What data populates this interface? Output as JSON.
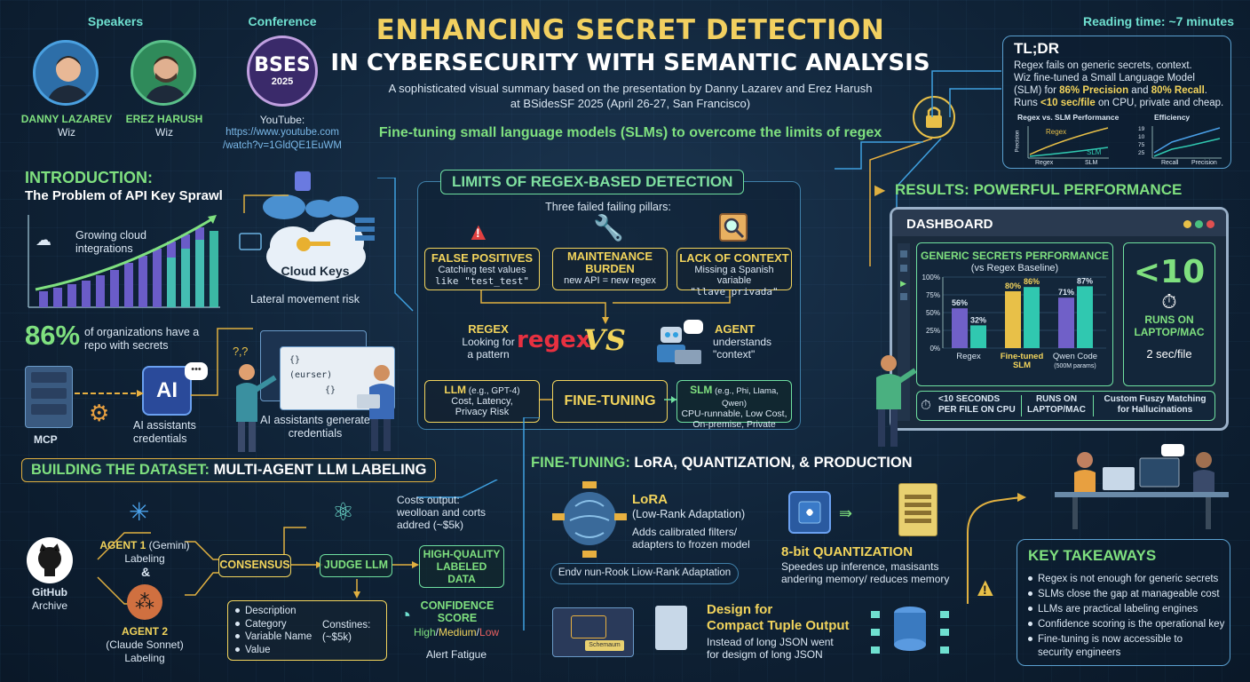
{
  "header": {
    "speakers_label": "Speakers",
    "conference_label": "Conference",
    "reading_time": "Reading time: ~7 minutes",
    "title_line1": "ENHANCING SECRET DETECTION",
    "title_line2": "IN CYBERSECURITY WITH SEMANTIC ANALYSIS",
    "subtitle_line1": "A sophisticated visual summary based on the presentation by Danny Lazarev and Erez Harush",
    "subtitle_line2": "at BSidesSF 2025 (April 26-27, San Francisco)",
    "tagline": "Fine-tuning small language models (SLMs) to overcome the limits of regex"
  },
  "speakers": [
    {
      "name": "DANNY LAZAREV",
      "org": "Wiz"
    },
    {
      "name": "EREZ HARUSH",
      "org": "Wiz"
    }
  ],
  "conference": {
    "logo_text": "BSES",
    "logo_year": "2025",
    "youtube_label": "YouTube:",
    "youtube_url_1": "https://www.youtube.com",
    "youtube_url_2": "/watch?v=1GldQE1EuWM"
  },
  "tldr": {
    "title": "TL;DR",
    "line1": "Regex fails on generic secrets, context.",
    "line2": "Wiz fine-tuned a Small Language Model",
    "line3a": "(SLM) for ",
    "line3b": "86% Precision",
    "line3c": " and ",
    "line3d": "80% Recall",
    "line3e": ".",
    "line4a": "Runs ",
    "line4b": "<10 sec/file",
    "line4c": " on CPU, private and cheap.",
    "chart1_title": "Regex vs. SLM Performance",
    "chart1_a": "Regex",
    "chart1_b": "SLM",
    "chart1_yl": "Precision",
    "chart1_xl1": "Regex",
    "chart1_xl2": "SLM",
    "chart2_title": "Efficiency",
    "chart2_ticks": [
      "19",
      "10",
      "75",
      "25"
    ],
    "chart2_xl1": "Recall",
    "chart2_xl2": "Precision"
  },
  "intro": {
    "title": "INTRODUCTION:",
    "subtitle": "The Problem of API Key Sprawl",
    "growing": "Growing cloud integrations",
    "stat_value": "86%",
    "stat_text": "of organizations have a repo with secrets",
    "cloud_keys": "Cloud Keys",
    "lateral": "Lateral movement risk",
    "mcp": "MCP",
    "ai_label": "AI",
    "ai_creds": "AI assistants credentials",
    "ai_generate": "AI assistants generate credentials",
    "code_l1": "{}",
    "code_l2": "(eurser)",
    "code_l3": "{}"
  },
  "limits": {
    "title": "LIMITS OF REGEX-BASED DETECTION",
    "pillars_intro": "Three failed failing pillars:",
    "pillar1_title": "FALSE POSITIVES",
    "pillar1_text1": "Catching test values",
    "pillar1_text2": "like \"test_test\"",
    "pillar2_title1": "MAINTENANCE",
    "pillar2_title2": "BURDEN",
    "pillar2_text": "new API = new regex",
    "pillar3_title": "LACK OF CONTEXT",
    "pillar3_text1": "Missing a Spanish variable",
    "pillar3_text2": "\"llave_privada\"",
    "regex_title": "REGEX",
    "regex_text1": "Looking for",
    "regex_text2": "a pattern",
    "regex_word": "regex",
    "vs": "VS",
    "agent_title": "AGENT",
    "agent_text1": "understands",
    "agent_text2": "\"context\"",
    "llm_title": "LLM",
    "llm_eg": " (e.g., GPT-4)",
    "llm_text1": "Cost, Latency,",
    "llm_text2": "Privacy Risk",
    "finetuning": "FINE-TUNING",
    "slm_title": "SLM",
    "slm_eg": " (e.g., Phi, Llama, Qwen)",
    "slm_text1": "CPU-runnable, Low Cost,",
    "slm_text2": "On-premise, Private"
  },
  "results": {
    "title": "RESULTS: POWERFUL PERFORMANCE",
    "dashboard": "DASHBOARD",
    "chart_title": "GENERIC SECRETS PERFORMANCE",
    "chart_sub": "(vs Regex Baseline)",
    "big_value": "<10",
    "runs_on_1": "RUNS ON",
    "runs_on_2": "LAPTOP/MAC",
    "per_file": "2 sec/file",
    "footer1_1": "<10 SECONDS",
    "footer1_2": "PER FILE ON CPU",
    "footer2_1": "RUNS ON",
    "footer2_2": "LAPTOP/MAC",
    "footer3_1": "Custom Fuszy Matching",
    "footer3_2": "for Hallucinations"
  },
  "chart_data": {
    "type": "bar",
    "title": "GENERIC SECRETS PERFORMANCE",
    "subtitle": "(vs Regex Baseline)",
    "categories": [
      "Regex",
      "Fine-tuned SLM",
      "Qwen Code (500M params)"
    ],
    "ytick_labels": [
      "100%",
      "75%",
      "50%",
      "25%",
      "0%"
    ],
    "ylim": [
      0,
      100
    ],
    "series": [
      {
        "values": [
          56,
          80,
          71
        ],
        "labels": [
          "56%",
          "80%",
          "71%"
        ]
      },
      {
        "values": [
          32,
          86,
          87
        ],
        "labels": [
          "32%",
          "86%",
          "87%"
        ]
      }
    ],
    "colors": [
      "#7060c8",
      "#30c8b0"
    ],
    "highlight_color": "#e8c048"
  },
  "dataset": {
    "title1": "BUILDING THE DATASET: ",
    "title2": "MULTI-AGENT LLM LABELING",
    "github1": "GitHub",
    "github2": "Archive",
    "agent1_a": "AGENT 1",
    "agent1_b": " (Gemini)",
    "agent1_c": "Labeling",
    "amp": "&",
    "agent2_a": "AGENT 2",
    "agent2_b": "(Claude Sonnet)",
    "agent2_c": "Labeling",
    "consensus": "CONSENSUS",
    "judge": "JUDGE LLM",
    "hq1": "HIGH-QUALITY",
    "hq2": "LABELED",
    "hq3": "DATA",
    "costs1": "Costs output:",
    "costs2": "weolloan and corts",
    "costs3": "addred (~$5k)",
    "fields": [
      "Description",
      "Category",
      "Variable Name",
      "Value"
    ],
    "constines1": "Constines:",
    "constines2": "(~$5k)",
    "conf1": "CONFIDENCE",
    "conf2": "SCORE",
    "conf_high": "High",
    "conf_med": "Medium",
    "conf_low": "Low",
    "slash": "/",
    "alert": "Alert Fatigue"
  },
  "finetune": {
    "title1": "FINE-TUNING: ",
    "title2": "LoRA, QUANTIZATION, & PRODUCTION",
    "lora_title": "LoRA",
    "lora_sub": "(Low-Rank Adaptation)",
    "lora_text1": "Adds calibrated filters/",
    "lora_text2": "adapters to frozen model",
    "lora_pill": "Endv nun-Rook Liow-Rank Adaptation",
    "quant_title": "8-bit QUANTIZATION",
    "quant_text1": "Speedes up inference, masisants",
    "quant_text2": "andering memory/ reduces memory",
    "design_title1": "Design for",
    "design_title2": "Compact Tuple Output",
    "design_text1": "Instead of long JSON went",
    "design_text2": "for desigm of long JSON",
    "chip_label": "Schemaum"
  },
  "takeaways": {
    "title": "KEY TAKEAWAYS",
    "items": [
      "Regex is not enough for generic secrets",
      "SLMs close the gap at manageable cost",
      "LLMs are practical labeling engines",
      "Confidence scoring is the operational key",
      "Fine-tuning is now accessible to"
    ],
    "item5_cont": "security engineers"
  },
  "colors": {
    "accent_yellow": "#f2d45c",
    "accent_green": "#7fe07f",
    "accent_teal": "#6fe0d0",
    "panel_border": "#3f7fa8",
    "background": "#0f2236"
  }
}
